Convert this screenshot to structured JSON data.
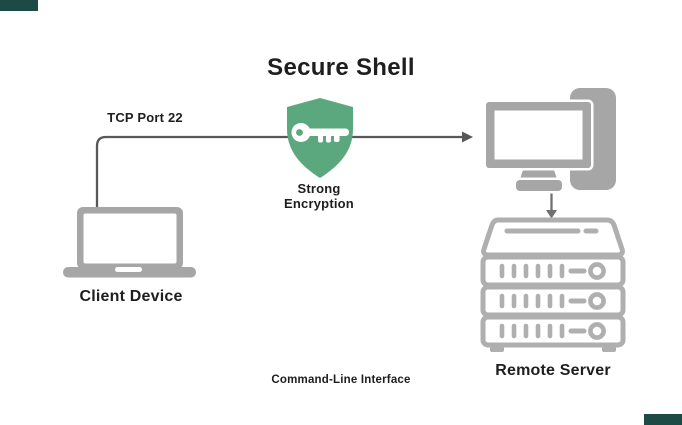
{
  "canvas": {
    "background": "#FFFFFF",
    "text_color": "#1E1E1E",
    "accent_color": "#1D4A44"
  },
  "title": "Secure Shell",
  "connection": {
    "port_label": "TCP Port 22",
    "line_color": "#58585A"
  },
  "encryption": {
    "label": "Strong Encryption",
    "shield_color": "#5BA87E",
    "key_color": "#FFFFFF"
  },
  "client": {
    "label": "Client Device"
  },
  "remote": {
    "label": "Remote Server"
  },
  "footer": {
    "label": "Command-Line Interface"
  },
  "icons": {
    "shield_key": {
      "name": "shield-key-icon",
      "color": "#5BA87E"
    },
    "laptop": {
      "name": "laptop-icon",
      "color": "#A6A6A6"
    },
    "desktop_computer": {
      "name": "desktop-computer-icon",
      "color": "#A6A6A6"
    },
    "server_rack": {
      "name": "server-rack-icon",
      "color": "#AFAFAF"
    },
    "right_arrow": {
      "name": "right-arrow-icon",
      "color": "#58585A"
    },
    "down_arrow": {
      "name": "down-arrow-icon",
      "color": "#6F6F71"
    }
  }
}
